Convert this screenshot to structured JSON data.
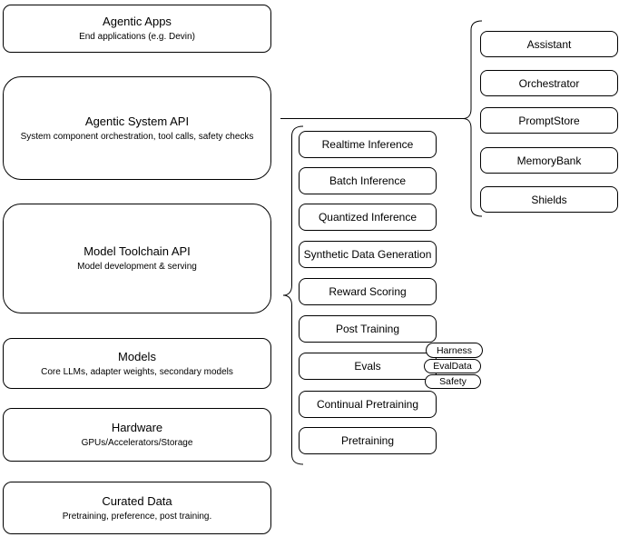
{
  "left_stack": [
    {
      "title": "Agentic Apps",
      "subtitle": "End applications (e.g. Devin)"
    },
    {
      "title": "Agentic System API",
      "subtitle": "System component orchestration, tool calls, safety checks"
    },
    {
      "title": "Model Toolchain API",
      "subtitle": "Model development & serving"
    },
    {
      "title": "Models",
      "subtitle": "Core LLMs, adapter weights, secondary models"
    },
    {
      "title": "Hardware",
      "subtitle": "GPUs/Accelerators/Storage"
    },
    {
      "title": "Curated Data",
      "subtitle": "Pretraining, preference, post training."
    }
  ],
  "toolchain": {
    "items": [
      "Realtime Inference",
      "Batch Inference",
      "Quantized Inference",
      "Synthetic Data Generation",
      "Reward Scoring",
      "Post Training",
      "Evals",
      "Continual Pretraining",
      "Pretraining"
    ]
  },
  "system_components": {
    "items": [
      "Assistant",
      "Orchestrator",
      "PromptStore",
      "MemoryBank",
      "Shields"
    ]
  },
  "eval_tags": {
    "items": [
      "Harness",
      "EvalData",
      "Safety"
    ]
  },
  "colors": {
    "stroke": "#000000",
    "fill": "#ffffff",
    "text": "#000000"
  }
}
